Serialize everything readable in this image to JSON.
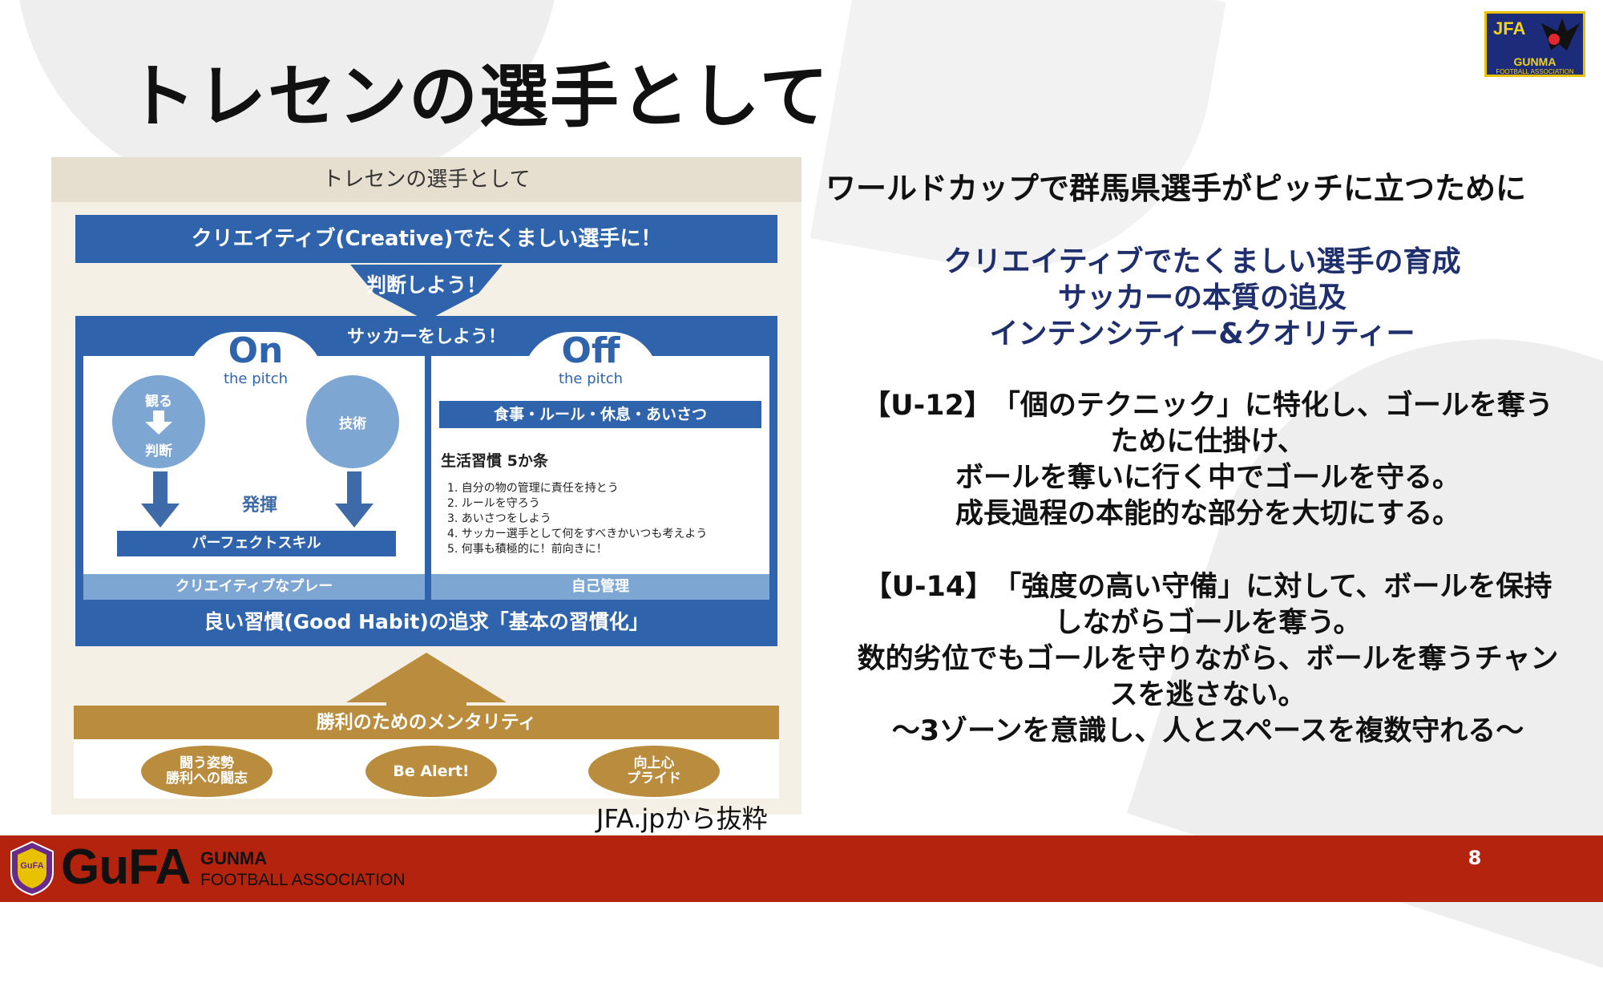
{
  "slide": {
    "title": "トレセンの選手として",
    "page_number": "8",
    "source_note": "JFA.jpから抜粋"
  },
  "jfa_logo": {
    "abbr": "JFA",
    "region": "GUNMA",
    "org": "FOOTBALL ASSOCIATION"
  },
  "diagram": {
    "header": "トレセンの選手として",
    "top_banner": "クリエイティブ(Creative)でたくましい選手に！",
    "arrow_label": "判断しよう！",
    "soccer_banner": "サッカーをしよう！",
    "on_tab": {
      "big": "On",
      "small": "the pitch"
    },
    "off_tab": {
      "big": "Off",
      "small": "the pitch"
    },
    "on_panel": {
      "circle_left_top": "観る",
      "circle_left_bottom": "判断",
      "circle_right": "技術",
      "center_label": "発揮",
      "skill_bar": "パーフェクトスキル",
      "footer": "クリエイティブなプレー"
    },
    "off_panel": {
      "topic_bar": "食事・ルール・休息・あいさつ",
      "habits_title": "生活習慣 5か条",
      "habits": [
        "1. 自分の物の管理に責任を持とう",
        "2. ルールを守ろう",
        "3. あいさつをしよう",
        "4. サッカー選手として何をすべきかいつも考えよう",
        "5. 何事も積極的に！前向きに！"
      ],
      "footer": "自己管理"
    },
    "good_habit_banner": "良い習慣(Good Habit)の追求「基本の習慣化」",
    "mentality_bar": "勝利のためのメンタリティ",
    "ovals": [
      {
        "line1": "闘う姿勢",
        "line2": "勝利への闘志"
      },
      {
        "line1": "Be Alert!",
        "line2": ""
      },
      {
        "line1": "向上心",
        "line2": "プライド"
      }
    ]
  },
  "right": {
    "heading": "ワールドカップで群馬県選手がピッチに立つために",
    "goals": [
      "クリエイティブでたくましい選手の育成",
      "サッカーの本質の追及",
      "インテンシティー&クオリティー"
    ],
    "u12": {
      "line1": "【U-12】　「個のテクニック」に特化し、ゴールを奪う",
      "line2": "ために仕掛け、",
      "line3": "ボールを奪いに行く中でゴールを守る。",
      "line4": "成長過程の本能的な部分を大切にする。"
    },
    "u14": {
      "line1": "【U-14】　「強度の高い守備」に対して、ボールを保持",
      "line2": "しながらゴールを奪う。",
      "line3": "数的劣位でもゴールを守りながら、ボールを奪うチャン",
      "line4": "スを逃さない。",
      "line5": "～3ゾーンを意識し、人とスペースを複数守れる～"
    }
  },
  "footer_logo": {
    "name": "GuFA",
    "line1": "GUNMA",
    "line2": "FOOTBALL ASSOCIATION",
    "badge": "GuFA"
  },
  "colors": {
    "accent_blue": "#2f64ac",
    "light_blue": "#7ea6d2",
    "brown": "#b98c3e",
    "footer_red": "#b3230d",
    "navy_text": "#1f2f6e"
  }
}
